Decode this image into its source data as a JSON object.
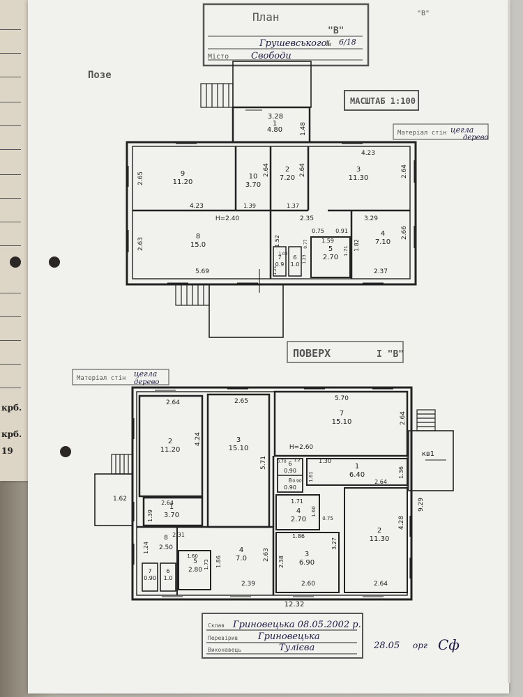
{
  "header": {
    "title": "План",
    "building_letter": "\"В\"",
    "street": "Грушевського",
    "number_label": "№",
    "number": "6/18",
    "city_label": "Місто",
    "city": "Свободи",
    "left_stamp": "Позе",
    "right_mark": "\"В\""
  },
  "scale": {
    "label": "МАСШТАБ 1:100"
  },
  "wall_material_1": {
    "label": "Матеріал стін",
    "value_line1": "цегла",
    "value_line2": "дерево"
  },
  "floor_label": {
    "text": "ПОВЕРХ",
    "value": "I \"В\""
  },
  "wall_material_2": {
    "label": "Матеріал стін",
    "value_line1": "цегла",
    "value_line2": "дерево"
  },
  "plan_top": {
    "overall": {
      "top_width": "3.28",
      "right_height": "1.48"
    },
    "rooms": [
      {
        "num": "1",
        "area": "4.80"
      },
      {
        "num": "9",
        "area": "11.20"
      },
      {
        "num": "10",
        "area": "3.70"
      },
      {
        "num": "2",
        "area": "7.20"
      },
      {
        "num": "3",
        "area": "11.30"
      },
      {
        "num": "8",
        "area": "15.0"
      },
      {
        "num": "4",
        "area": "7.10"
      },
      {
        "num": "5",
        "area": "2.70"
      },
      {
        "num": "7",
        "area": "0.9"
      },
      {
        "num": "6",
        "area": "1.0"
      }
    ],
    "dims": {
      "r9_left": "2.65",
      "r9_bottom": "4.23",
      "r10_right": "2.64",
      "r2_right": "2.64",
      "r3_top": "4.23",
      "r3_right": "2.64",
      "h": "Н=2.40",
      "r8_left": "2.63",
      "r8_bottom": "5.69",
      "r10_bottom": "1.39",
      "r2_bottom": "1.37",
      "hall_top": "2.35",
      "r4_top": "3.29",
      "r4_right": "2.66",
      "r4_left": "1.82",
      "r4_bottom": "2.37",
      "hall_left": "1.52",
      "r5_top_a": "0.75",
      "r5_top_b": "0.91",
      "r5_w": "1.59",
      "r5_right": "1.71",
      "small_a": "1.02",
      "small_b": "1.21",
      "small_c": "1.23",
      "small_d": "0.77"
    }
  },
  "plan_bottom": {
    "rooms": [
      {
        "num": "2",
        "area": "11.20"
      },
      {
        "num": "3",
        "area": "15.10"
      },
      {
        "num": "7",
        "area": "15.10"
      },
      {
        "num": "1",
        "area": "6.40"
      },
      {
        "num": "2",
        "area": "11.30"
      },
      {
        "num": "1",
        "area": "3.70"
      },
      {
        "num": "6",
        "area": "0.90"
      },
      {
        "num": "8",
        "area": "0.90"
      },
      {
        "num": "4",
        "area": "2.70"
      },
      {
        "num": "8",
        "area": "2.50"
      },
      {
        "num": "4",
        "area": "7.0"
      },
      {
        "num": "5",
        "area": "2.80"
      },
      {
        "num": "3",
        "area": "6.90"
      },
      {
        "num": "7",
        "area": "0.90"
      },
      {
        "num": "6",
        "area": "1.0"
      }
    ],
    "dims": {
      "r2_top": "2.64",
      "r3_top": "2.65",
      "r7_top": "5.70",
      "r7_right": "2.64",
      "r2_right": "4.24",
      "r3_right": "5.71",
      "h": "Н=2.60",
      "r1_top": "1.30",
      "r1_bottom": "2.64",
      "r1_right": "1.36",
      "porch_right": "кв1",
      "porch_left": "1.62",
      "r1s_top": "2.64",
      "r1s_left": "1.39",
      "r6_w": "0.70",
      "r6_h": "1.2",
      "r8_w": "0.90",
      "r8_h": "1.61",
      "r4_top": "1.71",
      "r4_right": "1.60",
      "r4_bottom": "1.86",
      "r4_extra": "0.75",
      "r2b_right": "4.28",
      "right_total": "9.29",
      "r8b_top": "2.31",
      "r8b_left": "1.24",
      "r4b_right": "2.63",
      "r4b_bottom": "2.39",
      "r4b_left": "1.86",
      "r5_top": "1.60",
      "r5_right": "1.73",
      "r3b_left": "2.38",
      "r3b_right": "3.27",
      "r3b_bottom": "2.60",
      "r2c_bottom": "2.64",
      "total_width": "12.32"
    }
  },
  "signature_box": {
    "line1_label": "Склав",
    "line1_value": "Гриновецька 08.05.2002 р.",
    "line2_label": "Перевірив",
    "line2_value": "Гриновецька",
    "line3_label": "Виконавець",
    "line3_value": "Тулієва",
    "note": "28.05",
    "note2": "орг",
    "signature": "Сф"
  },
  "left_sheet": {
    "text1": "крб.",
    "text2": "крб.",
    "text3": "19"
  }
}
